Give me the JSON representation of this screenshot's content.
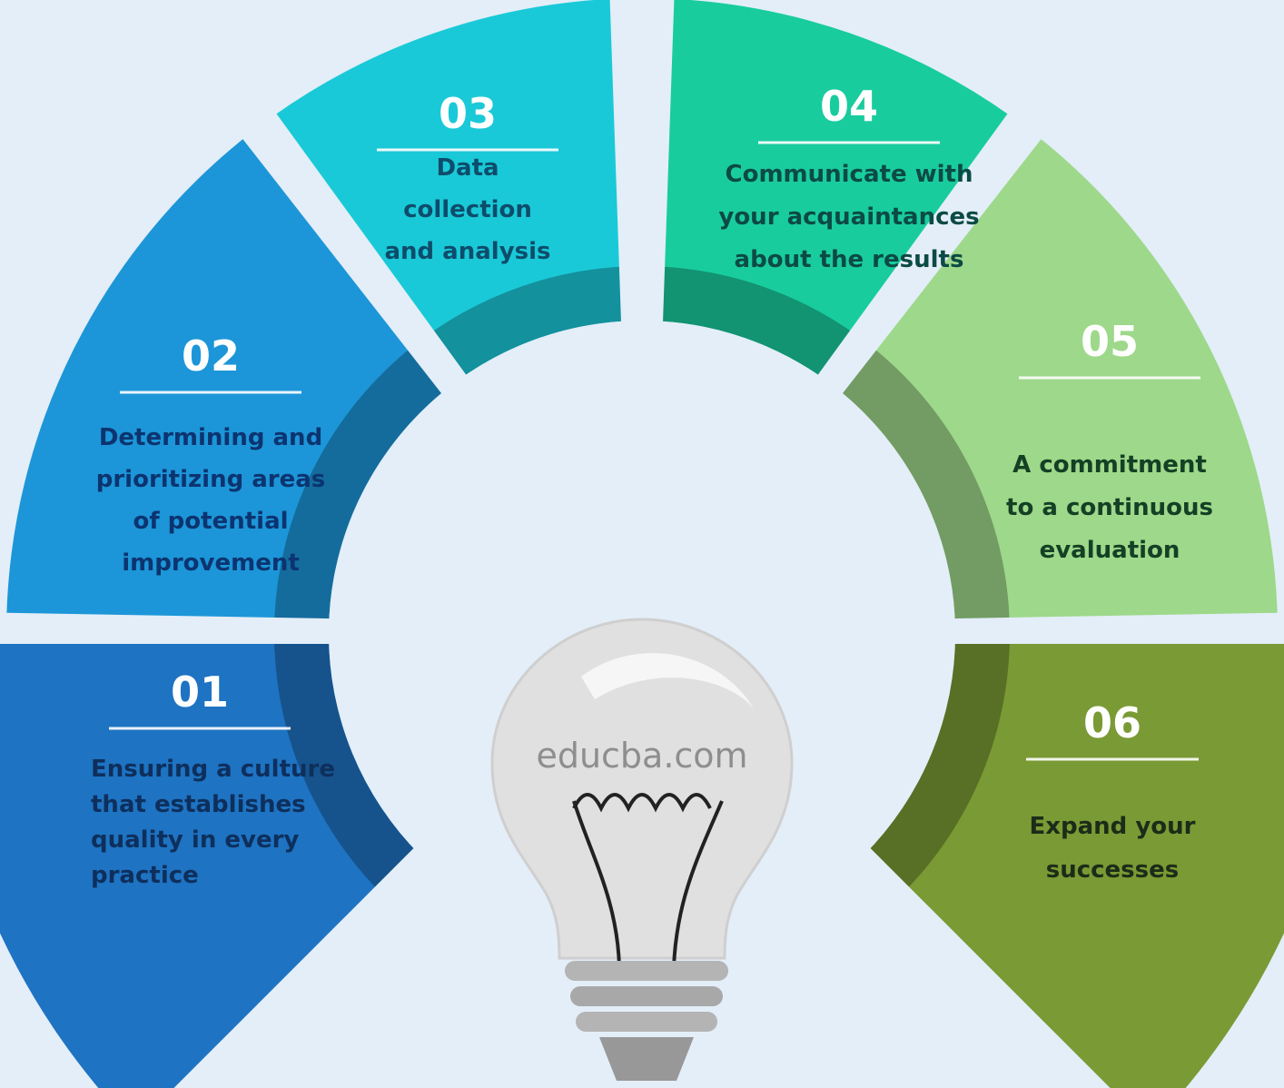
{
  "colors": {
    "background": "#e3eef8",
    "step_01": "#1e73c2",
    "step_02": "#1c96d8",
    "step_03": "#1ac9d8",
    "step_04": "#19cc9e",
    "step_05": "#9ed88a",
    "step_06": "#7a9a35",
    "bulb_glass": "#e0e0e0",
    "bulb_base": "#b4b4b4"
  },
  "steps": [
    {
      "number": "01",
      "lines": [
        "Ensuring a culture",
        "that establishes",
        "quality in every",
        "practice"
      ]
    },
    {
      "number": "02",
      "lines": [
        "Determining and",
        "prioritizing areas",
        "of potential",
        "improvement"
      ]
    },
    {
      "number": "03",
      "lines": [
        "Data",
        "collection",
        "and analysis"
      ]
    },
    {
      "number": "04",
      "lines": [
        "Communicate with",
        "your acquaintances",
        "about the results"
      ]
    },
    {
      "number": "05",
      "lines": [
        "A commitment",
        "to a continuous",
        "evaluation"
      ]
    },
    {
      "number": "06",
      "lines": [
        "Expand your",
        "successes"
      ]
    }
  ],
  "center": {
    "icon": "lightbulb-icon",
    "watermark": "educba.com"
  }
}
